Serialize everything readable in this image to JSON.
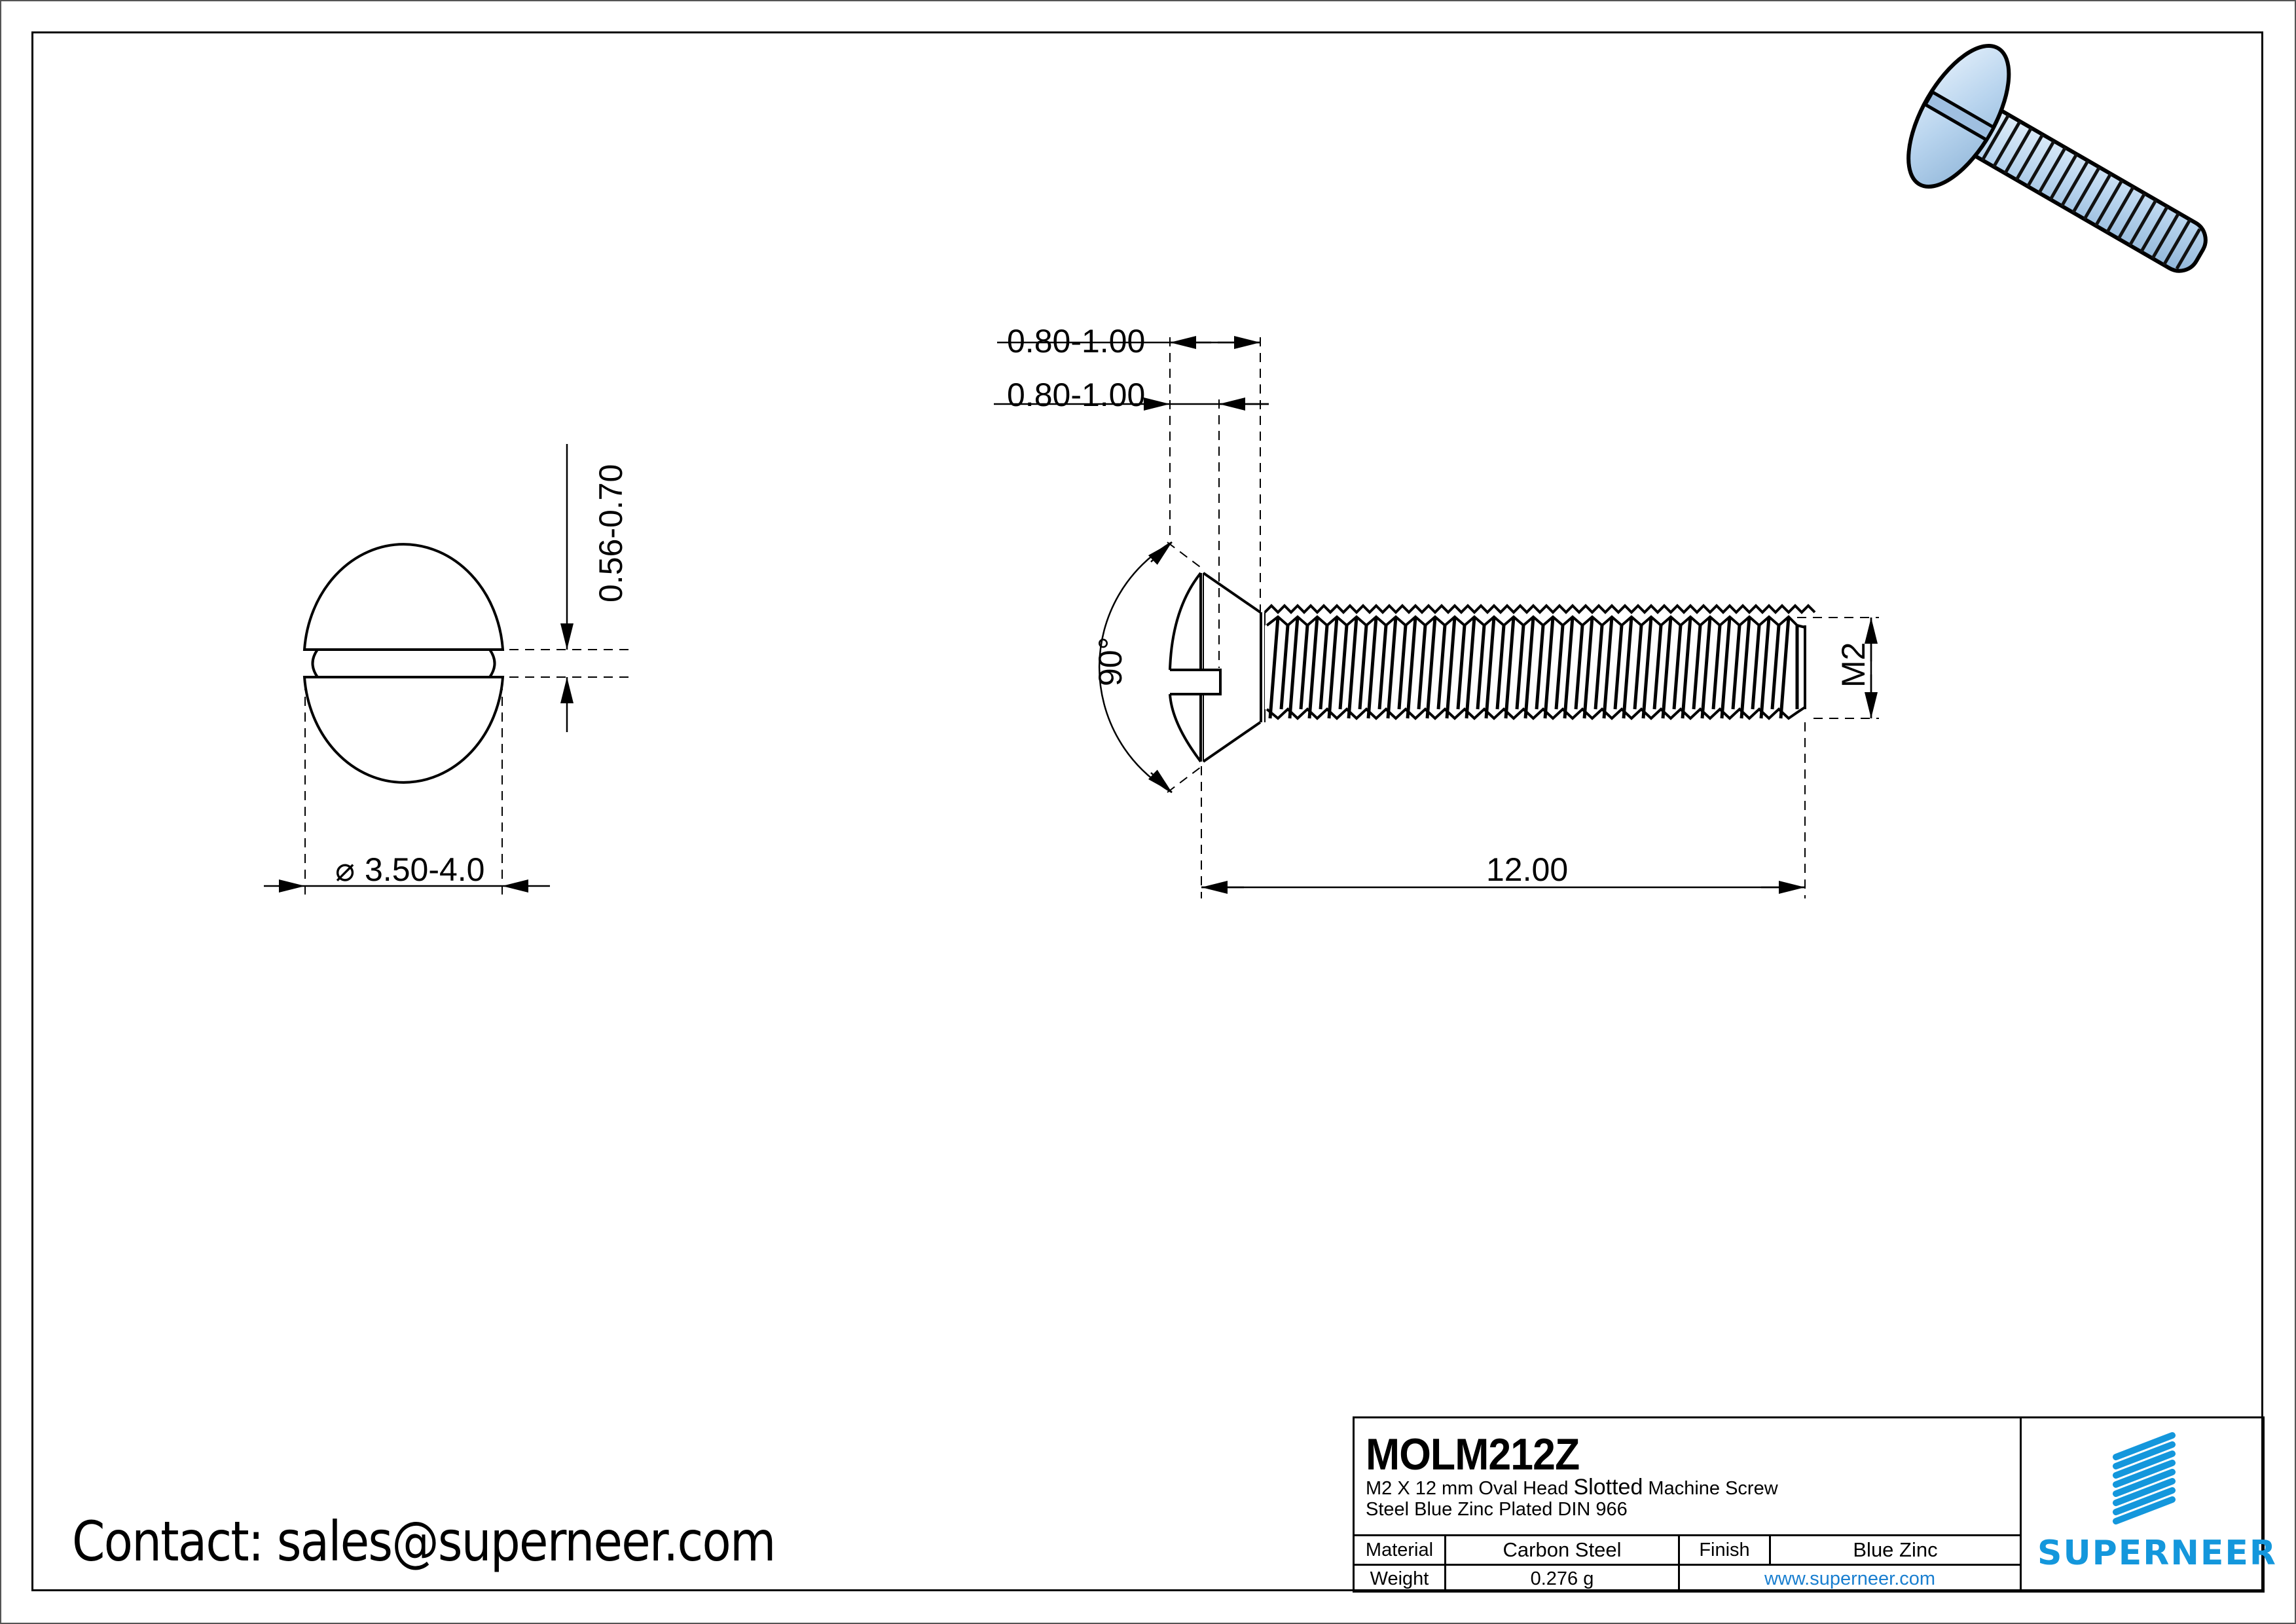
{
  "drawing": {
    "end_view": {
      "slot_width_dim": "0.56-0.70",
      "head_diameter_dim": "3.50-4.0",
      "diameter_symbol": "⌀"
    },
    "side_view": {
      "head_height_dim_1": "0.80-1.00",
      "head_height_dim_2": "0.80-1.00",
      "countersink_angle": "90°",
      "thread_size": "M2",
      "length_dim": "12.00"
    },
    "iso_view": {
      "finish_color": "#b8d4ee"
    }
  },
  "contact": {
    "text": "Contact: sales@superneer.com"
  },
  "title_block": {
    "part_number": "MOLM212Z",
    "description_line1_a": "M2 X 12 mm  Oval Head ",
    "description_line1_b": "Slotted",
    "description_line1_c": " Machine Screw",
    "description_line2": "Steel  Blue Zinc Plated DIN 966",
    "material_label": "Material",
    "material_value": "Carbon Steel",
    "finish_label": "Finish",
    "finish_value": "Blue Zinc",
    "weight_label": "Weight",
    "weight_value": "0.276 g",
    "website": "www.superneer.com",
    "logo_text": "SUPERNEER",
    "brand_color": "#1497dc",
    "link_color": "#1a7fd0"
  }
}
